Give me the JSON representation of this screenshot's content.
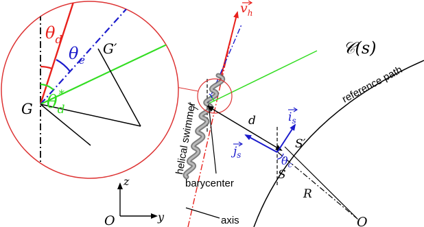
{
  "labels": {
    "v_h": "v",
    "v_h_sub": "h",
    "curve_name": "𝒞(s)",
    "reference_path": "reference path",
    "helical_swimmer": "helical swimmer",
    "barycenter": "barycenter",
    "axis": "axis",
    "d": "d",
    "R": "R",
    "O_right": "O",
    "O_left": "O",
    "y": "y",
    "z": "z",
    "S": "S",
    "S_prime": "S′",
    "i_s": "i",
    "i_s_sub": "s",
    "j_s": "j",
    "j_s_sub": "s",
    "theta_c_main": "θ",
    "theta_c_main_sub": "c",
    "theta_d": "θ",
    "theta_d_sub": "d",
    "theta_e": "θ",
    "theta_e_sub": "e",
    "theta_d_star": "θ",
    "theta_d_star_sub": "d",
    "theta_d_star_sup": "*",
    "G": "G",
    "G_prime": "G′"
  },
  "colors": {
    "red": "#e8211c",
    "blue": "#1a1acc",
    "green": "#33dd22",
    "black": "#000000",
    "inset_circle": "#dd3333"
  }
}
